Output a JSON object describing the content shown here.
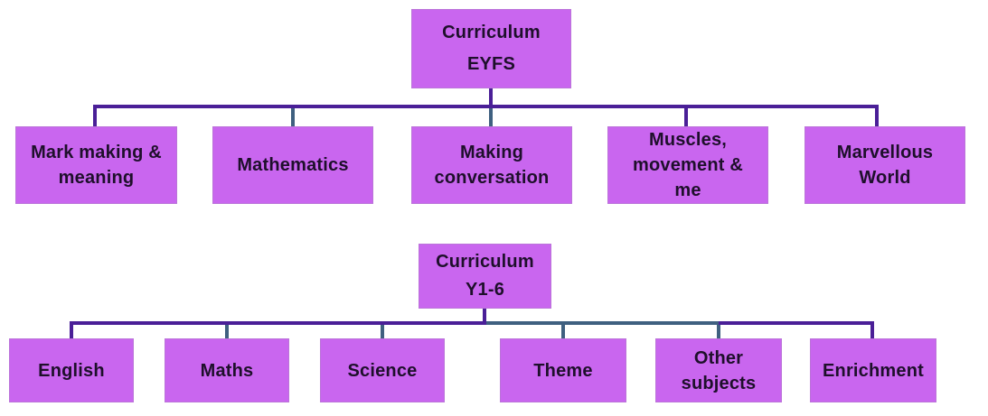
{
  "colors": {
    "background": "#FFFFFF",
    "box_fill": "#C966EF",
    "box_border": "#BB74D9",
    "box_text": "#1E0F2B",
    "connector_purple": "#4A1F97",
    "connector_slate": "#3F6080"
  },
  "trees": [
    {
      "name": "curriculum-eyfs",
      "root": {
        "line1": "Curriculum",
        "line2": "EYFS"
      },
      "children": [
        {
          "label": "Mark making &\nmeaning"
        },
        {
          "label": "Mathematics"
        },
        {
          "label": "Making\nconversation"
        },
        {
          "label": "Muscles,\nmovement &\nme"
        },
        {
          "label": "Marvellous\nWorld"
        }
      ]
    },
    {
      "name": "curriculum-y1-6",
      "root": {
        "line1": "Curriculum",
        "line2": "Y1-6"
      },
      "children": [
        {
          "label": "English"
        },
        {
          "label": "Maths"
        },
        {
          "label": "Science"
        },
        {
          "label": "Theme"
        },
        {
          "label": "Other\nsubjects"
        },
        {
          "label": "Enrichment"
        }
      ]
    }
  ]
}
